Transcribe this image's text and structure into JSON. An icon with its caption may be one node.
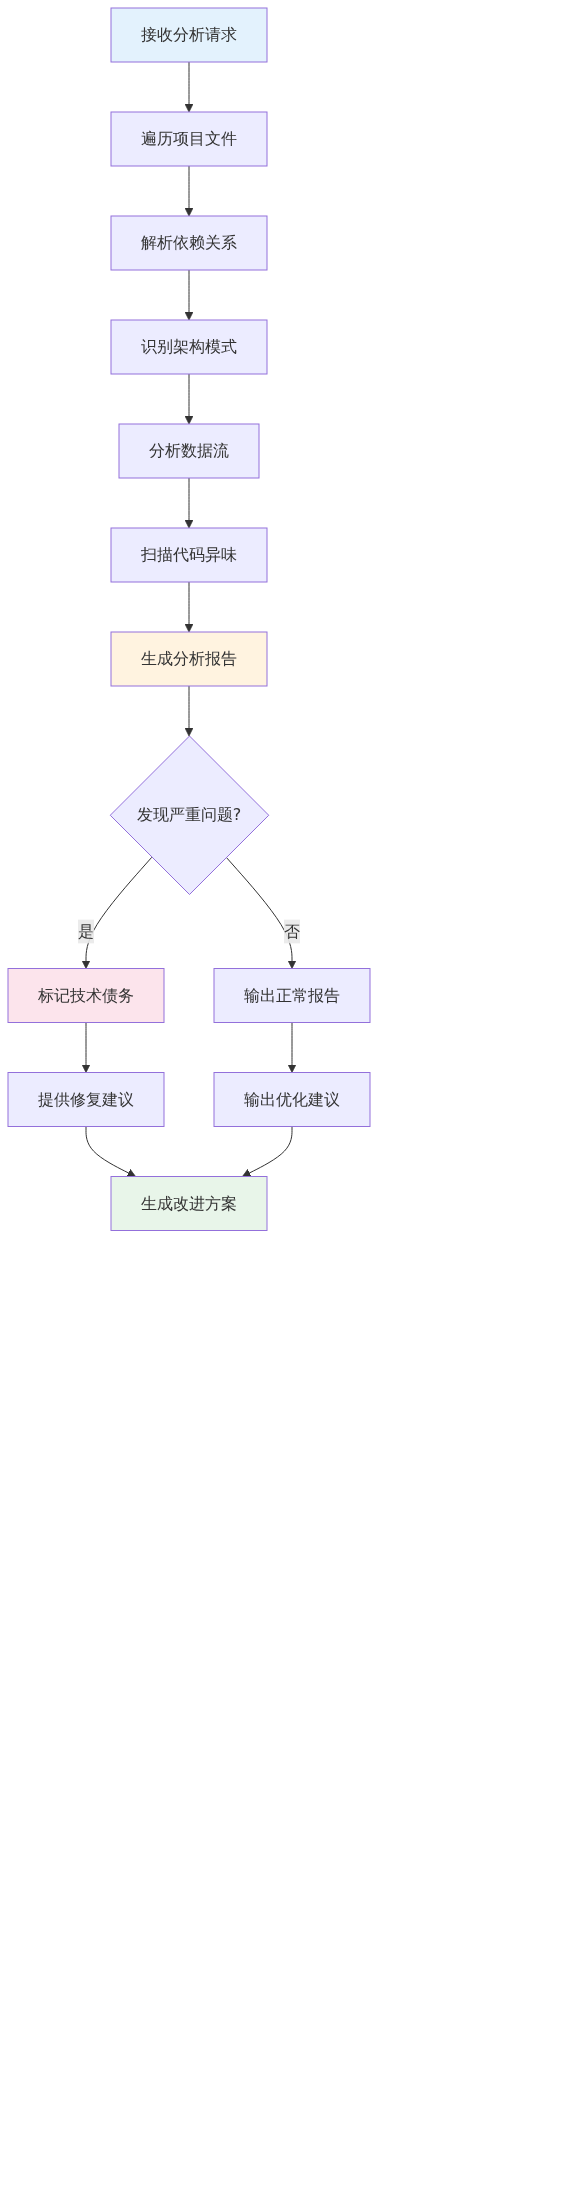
{
  "diagram": {
    "nodes": [
      {
        "text": [
          "接收分析请求"
        ]
      },
      {
        "text": [
          "遍历项目文件"
        ]
      },
      {
        "text": [
          "解析依赖关系"
        ]
      },
      {
        "text": [
          "识别架构模式"
        ]
      },
      {
        "text": [
          "分析数据流"
        ]
      },
      {
        "text": [
          "扫描代码异味"
        ]
      },
      {
        "text": [
          "生成分析报告"
        ]
      },
      {
        "text": [
          "发现严重问题?"
        ]
      },
      {
        "text": [
          "标记技术债务"
        ]
      },
      {
        "text": [
          "输出正常报告"
        ]
      },
      {
        "text": [
          "提供修复建议"
        ]
      },
      {
        "text": [
          "输出优化建议"
        ]
      },
      {
        "text": [
          "生成改进方案"
        ]
      }
    ],
    "edges": [
      {
        "from": 0,
        "to": 1,
        "arrow": "to"
      },
      {
        "from": 1,
        "to": 2,
        "arrow": "to"
      },
      {
        "from": 2,
        "to": 3,
        "arrow": "to"
      },
      {
        "from": 3,
        "to": 4,
        "arrow": "to"
      },
      {
        "from": 4,
        "to": 5,
        "arrow": "to"
      },
      {
        "from": 5,
        "to": 6,
        "arrow": "to"
      },
      {
        "from": 6,
        "to": 7,
        "arrow": "to"
      },
      {
        "from": 7,
        "to": 8,
        "arrow": "to",
        "label": "是"
      },
      {
        "from": 7,
        "to": 9,
        "arrow": "to",
        "label": "否"
      },
      {
        "from": 8,
        "to": 10,
        "arrow": "to"
      },
      {
        "from": 9,
        "to": 11,
        "arrow": "to"
      },
      {
        "from": 10,
        "to": 12,
        "arrow": "to"
      },
      {
        "from": 11,
        "to": 12,
        "arrow": "to"
      }
    ]
  }
}
